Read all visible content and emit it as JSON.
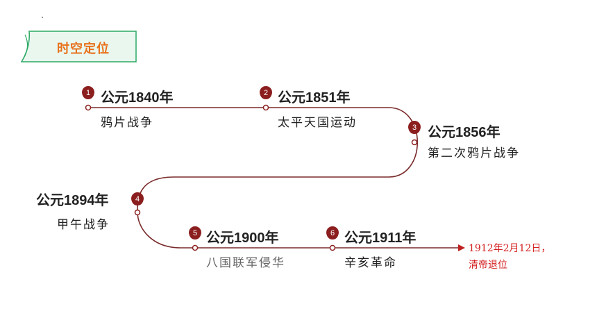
{
  "badge": {
    "label": "时空定位"
  },
  "colors": {
    "line": "#7a2a2a",
    "marker": "#8b1e1e",
    "badge_text": "#e8701a",
    "badge_fill": "#e9f7ef",
    "badge_border": "#2aa862",
    "note": "#d42020"
  },
  "milestones": [
    {
      "num": "1",
      "year": "公元1840年",
      "event": "鸦片战争"
    },
    {
      "num": "2",
      "year": "公元1851年",
      "event": "太平天国运动"
    },
    {
      "num": "3",
      "year": "公元1856年",
      "event": "第二次鸦片战争"
    },
    {
      "num": "4",
      "year": "公元1894年",
      "event": "甲午战争"
    },
    {
      "num": "5",
      "year": "公元1900年",
      "event": "八国联军侵华"
    },
    {
      "num": "6",
      "year": "公元1911年",
      "event": "辛亥革命"
    }
  ],
  "note": {
    "line1": "1912年2月12日，",
    "line2": "清帝退位"
  }
}
